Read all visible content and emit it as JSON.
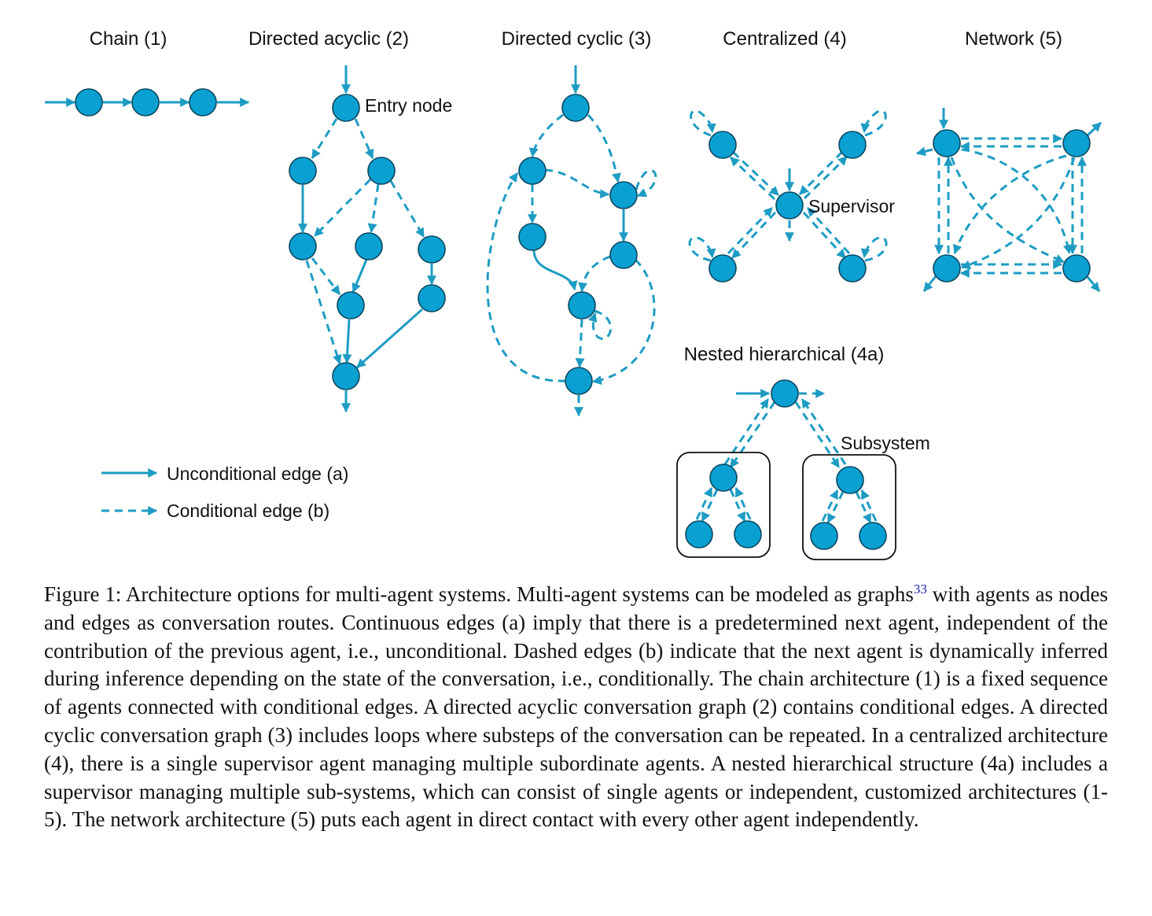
{
  "diagram": {
    "titles": {
      "chain": "Chain (1)",
      "acyclic": "Directed acyclic (2)",
      "cyclic": "Directed cyclic (3)",
      "centralized": "Centralized (4)",
      "network": "Network (5)",
      "nested": "Nested hierarchical (4a)"
    },
    "labels": {
      "entry_node": "Entry node",
      "supervisor": "Supervisor",
      "subsystem": "Subsystem"
    },
    "legend": {
      "unconditional": "Unconditional edge (a)",
      "conditional": "Conditional edge (b)"
    },
    "colors": {
      "node_fill": "#0aa0d2",
      "edge": "#1e9cc3"
    }
  },
  "caption": {
    "before_ref": "Figure 1: Architecture options for multi-agent systems. Multi-agent systems can be modeled as graphs",
    "ref": "33",
    "after_ref": " with agents as nodes and edges as conversation routes. Continuous edges (a) imply that there is a predetermined next agent, independent of the contribution of the previous agent, i.e., unconditional. Dashed edges (b) indicate that the next agent is dynamically inferred during inference depending on the state of the conversation, i.e., conditionally. The chain architecture (1) is a fixed sequence of agents connected with conditional edges. A directed acyclic conversation graph (2) contains conditional edges. A directed cyclic conversation graph (3) includes loops where substeps of the conversation can be repeated. In a centralized architecture (4), there is a single supervisor agent managing multiple subordinate agents. A nested hierarchical structure (4a) includes a supervisor managing multiple sub-systems, which can consist of single agents or independent, customized architectures (1-5). The network architecture (5) puts each agent in direct contact with every other agent independently."
  }
}
